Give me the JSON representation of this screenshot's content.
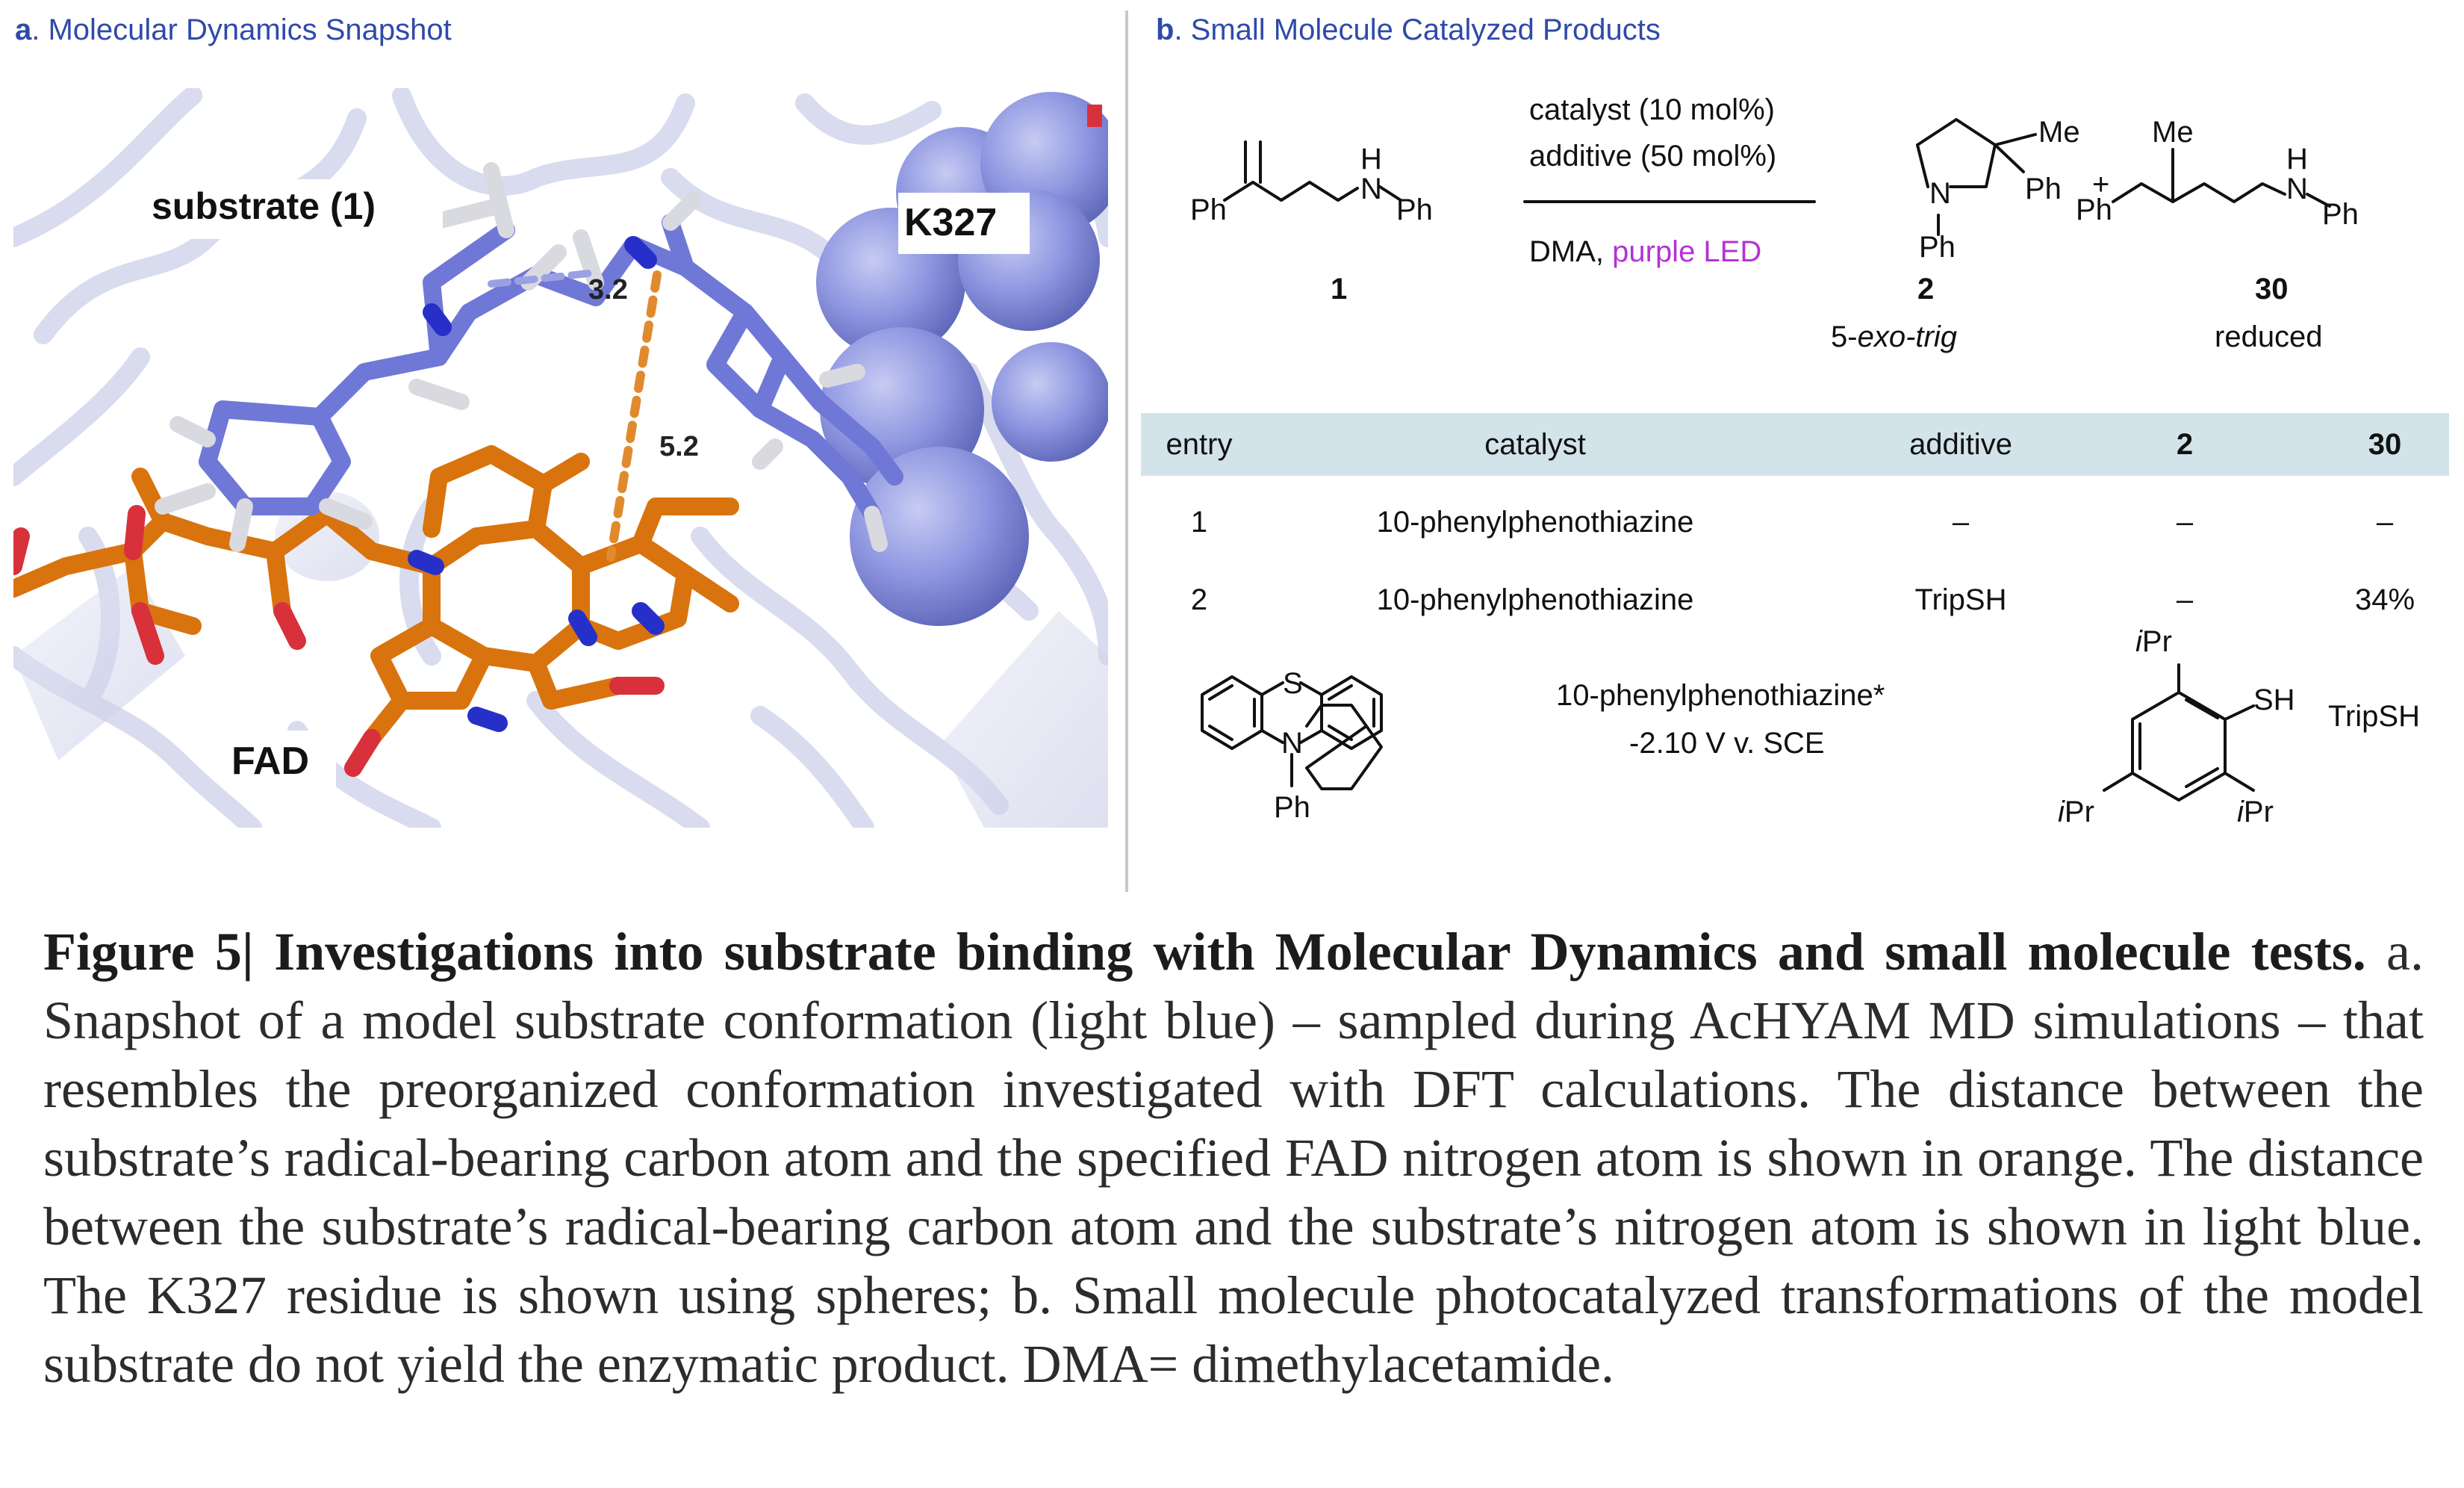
{
  "panel_a": {
    "letter": "a",
    "title": ". Molecular Dynamics Snapshot",
    "labels": {
      "substrate": "substrate (1)",
      "residue": "K327",
      "cofactor": "FAD",
      "dist_blue": "3.2",
      "dist_orange": "5.2"
    },
    "colors": {
      "substrate": "#6f78d6",
      "fad": "#d9730d",
      "ribbon": "#d6d9ef",
      "sphere": "#8a93e0",
      "oxygen": "#d8313b",
      "nitrogen": "#2630c8"
    }
  },
  "panel_b": {
    "letter": "b",
    "title": ". Small Molecule Catalyzed Products",
    "scheme": {
      "sm_ph1": "Ph",
      "sm_nh": "H",
      "sm_n": "N",
      "sm_ph2": "Ph",
      "sm_number": "1",
      "cond1": "catalyst (10 mol%)",
      "cond2": "additive (50 mol%)",
      "cond3_prefix": "DMA, ",
      "cond3_light": "purple LED",
      "light_color": "#b432d8",
      "p2_n": "N",
      "p2_me": "Me",
      "p2_ph1": "Ph",
      "p2_ph2": "Ph",
      "p2_number": "2",
      "p2_desc_pre": "5-",
      "p2_desc_it": "exo-trig",
      "plus": "+",
      "p30_me": "Me",
      "p30_ph1": "Ph",
      "p30_nh": "H",
      "p30_n": "N",
      "p30_ph2": "Ph",
      "p30_number": "30",
      "p30_desc": "reduced"
    },
    "table": {
      "headers": [
        "entry",
        "catalyst",
        "additive",
        "2",
        "30"
      ],
      "rows": [
        [
          "1",
          "10-phenylphenothiazine",
          "–",
          "–",
          "–"
        ],
        [
          "2",
          "10-phenylphenothiazine",
          "TripSH",
          "–",
          "34%"
        ]
      ],
      "header_bg": "#d2e3ea"
    },
    "structures": {
      "ptz_s": "S",
      "ptz_n": "N",
      "ptz_ph": "Ph",
      "ptz_name": "10-phenylphenothiazine*",
      "ptz_potential": "-2.10 V v. SCE",
      "trip_ipr_top_i": "i",
      "trip_ipr_top": "Pr",
      "trip_sh": "SH",
      "trip_ipr_left_i": "i",
      "trip_ipr_left": "Pr",
      "trip_ipr_right_i": "i",
      "trip_ipr_right": "Pr",
      "trip_name": "TripSH"
    }
  },
  "caption": {
    "bold": "Figure 5| Investigations into substrate binding with Molecular Dynamics and small molecule tests.",
    "text": " a. Snapshot of a model substrate conformation (light blue) – sampled during AcHYAM MD simulations – that resembles the preorganized conformation investigated with DFT calculations. The distance between the substrate’s radical-bearing carbon atom and the specified FAD nitrogen atom is shown in orange. The distance between the substrate’s radical-bearing carbon atom and the substrate’s nitrogen atom is shown in light blue. The K327 residue is shown using spheres; b. Small molecule photocatalyzed transformations of the model substrate do not yield the enzymatic product. DMA= dimethylacetamide."
  }
}
